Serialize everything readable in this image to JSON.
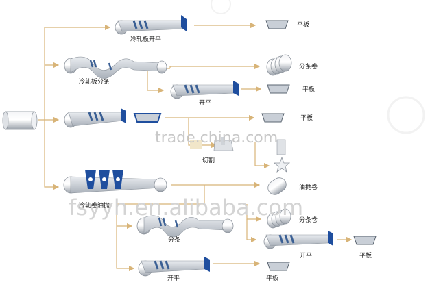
{
  "labels": {
    "cold_rolled_leveling": "冷轧板开平",
    "sheet_1": "平板",
    "slitting_coil_1": "分条卷",
    "cold_rolled_slitting": "冷轧板分条",
    "sheet_2": "平板",
    "leveling_1": "开平",
    "sheet_3": "平板",
    "cutting": "切割",
    "oiled_coil": "油抛卷",
    "cold_coil_oiling": "冷轧卷油抛",
    "slitting_coil_2": "分条卷",
    "slitting": "分条",
    "leveling_2": "开平",
    "sheet_4": "平板",
    "leveling_3": "开平",
    "sheet_5": "平板"
  },
  "watermarks": {
    "site_small": "trade.china.com",
    "site_big": "fsyyh.en.alibaba.com"
  },
  "colors": {
    "arrow": "#d8b478",
    "steel_light": "#eef0f3",
    "steel_dark": "#8c939c",
    "strip_blue": "#3a5f94",
    "roller_blue": "#1f4e9e",
    "sheet_fill": "#c9cfd7"
  }
}
